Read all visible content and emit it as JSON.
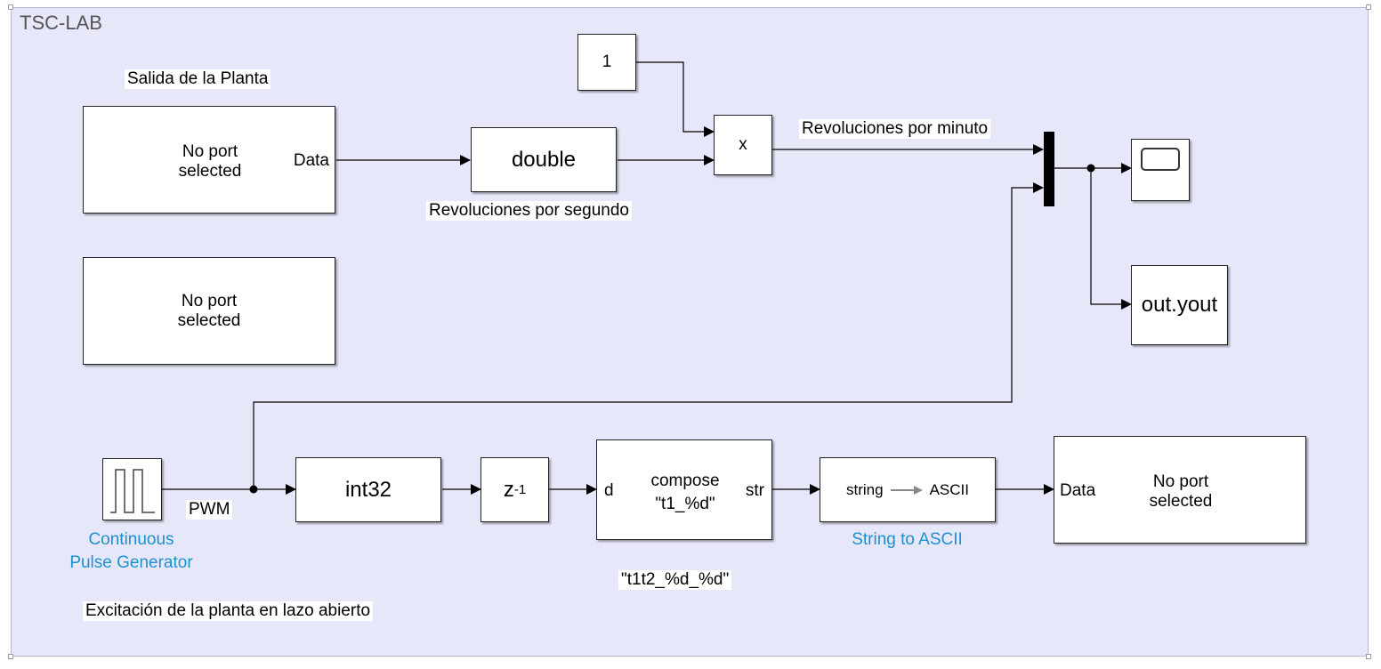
{
  "area": {
    "title": "TSC-LAB"
  },
  "annotations": {
    "salida": "Salida de la Planta",
    "rev_seg": "Revoluciones por segundo",
    "rev_min": "Revoluciones por minuto",
    "pwm": "PWM",
    "pulse_gen_line1": "Continuous",
    "pulse_gen_line2": "Pulse Generator",
    "string_to_ascii": "String to ASCII",
    "format_alt": "\"t1t2_%d_%d\"",
    "excitacion": "Excitación de la planta en lazo abierto"
  },
  "blocks": {
    "plant_out_1": {
      "line1": "No port",
      "line2": "selected",
      "port": "Data"
    },
    "plant_out_2": {
      "line1": "No port",
      "line2": "selected"
    },
    "plant_in": {
      "line1": "No port",
      "line2": "selected",
      "port": "Data"
    },
    "constant": {
      "value": "1"
    },
    "double": {
      "label": "double"
    },
    "product": {
      "label": "x"
    },
    "to_workspace": {
      "label": "out.yout"
    },
    "int32": {
      "label": "int32"
    },
    "delay": {
      "base": "z",
      "exp": "-1"
    },
    "compose": {
      "in_port": "d",
      "out_port": "str",
      "line1": "compose",
      "line2": "\"t1_%d\""
    },
    "str2ascii": {
      "left": "string",
      "right": "ASCII"
    }
  }
}
